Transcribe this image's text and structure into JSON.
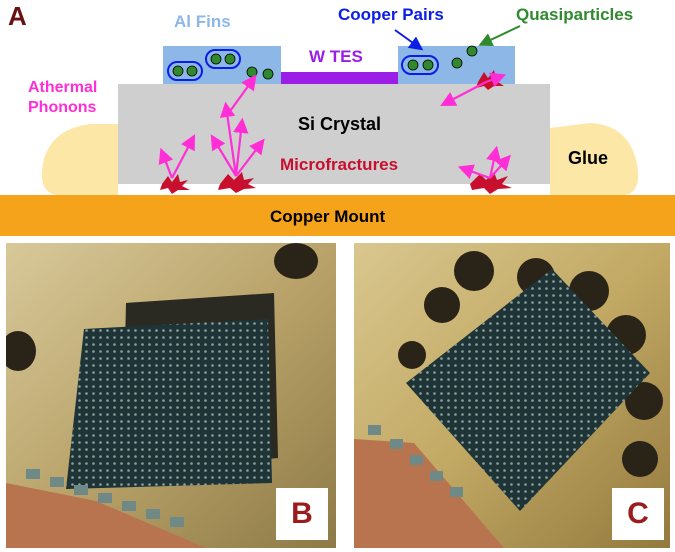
{
  "panel_a": {
    "letter": "A",
    "labels": {
      "al_fins": "Al Fins",
      "cooper_pairs": "Cooper Pairs",
      "quasiparticles": "Quasiparticles",
      "w_tes": "W TES",
      "athermal_phonons_line1": "Athermal",
      "athermal_phonons_line2": "Phonons",
      "si_crystal": "Si Crystal",
      "microfractures": "Microfractures",
      "glue": "Glue",
      "copper_mount": "Copper Mount"
    },
    "colors": {
      "al_fin": "#8db7e6",
      "crystal": "#cfcfcf",
      "glue": "#fde7a6",
      "copper": "#f5a31a",
      "tes": "#9b1de6",
      "phonon_arrow": "#ff2ed6",
      "cooper_label": "#0a1ee6",
      "quasiparticle": "#2f8a2f",
      "fracture": "#c8102e"
    }
  },
  "panel_b": {
    "letter": "B"
  },
  "panel_c": {
    "letter": "C"
  }
}
